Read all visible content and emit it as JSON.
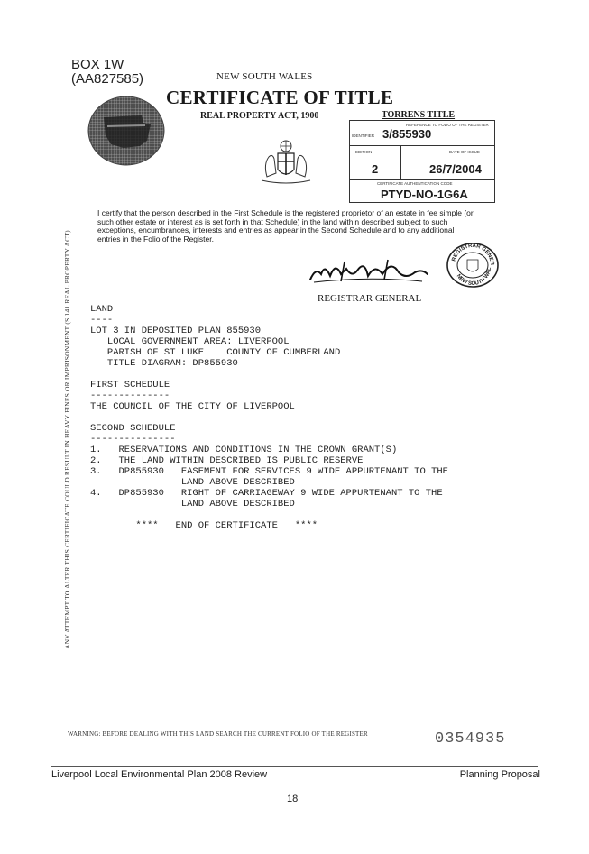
{
  "header": {
    "box_line1": "BOX 1W",
    "box_line2": "(AA827585)",
    "state": "NEW SOUTH WALES",
    "title": "CERTIFICATE OF TITLE",
    "act": "REAL PROPERTY ACT, 1900"
  },
  "torrens": {
    "title": "TORRENS TITLE",
    "reference_label": "REFERENCE TO FOLIO OF THE REGISTER",
    "identifier_label": "IDENTIFIER",
    "identifier": "3/855930",
    "edition_label": "EDITION",
    "edition": "2",
    "date_label": "DATE OF ISSUE",
    "date": "26/7/2004",
    "auth_label": "CERTIFICATE AUTHENTICATION CODE",
    "auth_code": "PTYD-NO-1G6A"
  },
  "certification": "I certify that the person described in the First Schedule is the registered proprietor of an estate in fee simple (or such other estate or interest as is set forth in that Schedule) in the land within described subject to such exceptions, encumbrances, interests and entries as appear in the Second Schedule and to any additional entries in the Folio of the Register.",
  "registrar": "REGISTRAR GENERAL",
  "seal_text": {
    "top": "REGISTRAR GENERAL",
    "bottom": "NEW SOUTH WALES"
  },
  "side_warning": "ANY ATTEMPT TO ALTER THIS CERTIFICATE COULD RESULT IN HEAVY FINES OR IMPRISONMENT (S.141 REAL PROPERTY ACT).",
  "body_lines": [
    "LAND",
    "----",
    "LOT 3 IN DEPOSITED PLAN 855930",
    "   LOCAL GOVERNMENT AREA: LIVERPOOL",
    "   PARISH OF ST LUKE    COUNTY OF CUMBERLAND",
    "   TITLE DIAGRAM: DP855930",
    "",
    "FIRST SCHEDULE",
    "--------------",
    "THE COUNCIL OF THE CITY OF LIVERPOOL",
    "",
    "SECOND SCHEDULE",
    "---------------",
    "1.   RESERVATIONS AND CONDITIONS IN THE CROWN GRANT(S)",
    "2.   THE LAND WITHIN DESCRIBED IS PUBLIC RESERVE",
    "3.   DP855930   EASEMENT FOR SERVICES 9 WIDE APPURTENANT TO THE",
    "                LAND ABOVE DESCRIBED",
    "4.   DP855930   RIGHT OF CARRIAGEWAY 9 WIDE APPURTENANT TO THE",
    "                LAND ABOVE DESCRIBED",
    "",
    "        ****   END OF CERTIFICATE   ****"
  ],
  "bottom_warning": "WARNING: BEFORE DEALING WITH THIS LAND SEARCH THE CURRENT FOLIO OF THE REGISTER",
  "serial": "0354935",
  "footer": {
    "left": "Liverpool Local Environmental Plan 2008 Review",
    "right": "Planning Proposal",
    "page": "18"
  }
}
